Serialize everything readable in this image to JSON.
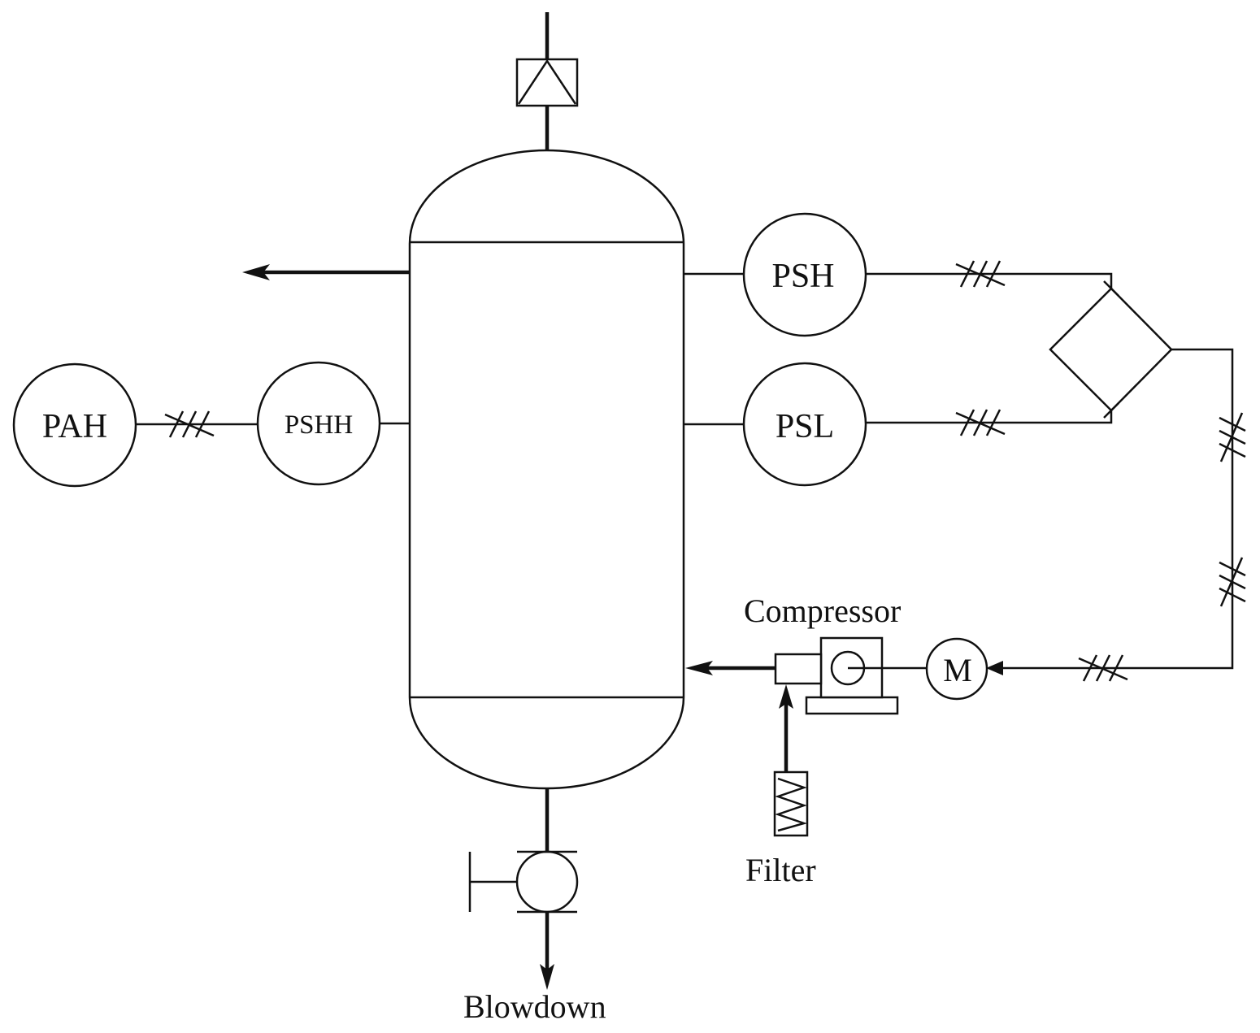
{
  "instruments": {
    "psh": "PSH",
    "psl": "PSL",
    "pshh": "PSHH",
    "pah": "PAH"
  },
  "motor": {
    "label": "M"
  },
  "labels": {
    "compressor": "Compressor",
    "filter": "Filter",
    "blowdown": "Blowdown"
  },
  "colors": {
    "line": "#111111",
    "background": "#ffffff"
  }
}
